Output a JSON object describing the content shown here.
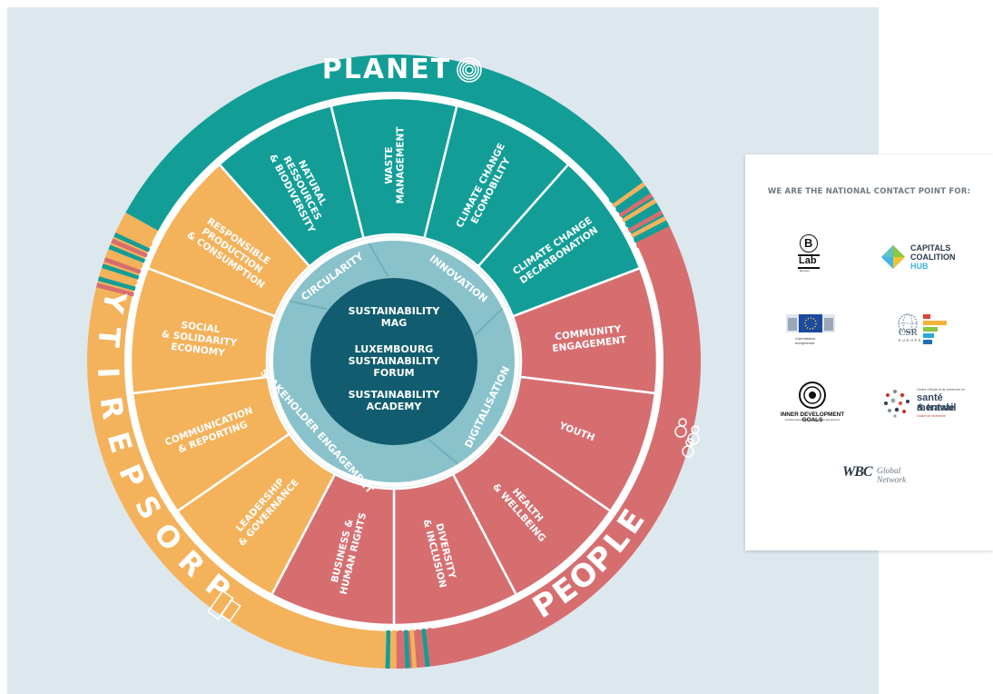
{
  "colors": {
    "teal": "#129e97",
    "coral": "#d66e70",
    "orange": "#f4b25b",
    "inner_ring": "#89c2cb",
    "center": "#115d6f",
    "panel": "#dde7ee"
  },
  "wheel": {
    "planet": "PLANET",
    "people": "PEOPLE",
    "prosperity": "PROSPERITY",
    "segments": [
      {
        "id": "waste",
        "lines": [
          "WASTE",
          "MANAGEMENT"
        ],
        "color": "teal"
      },
      {
        "id": "ecomobility",
        "lines": [
          "CLIMATE CHANGE",
          "ECOMOBILITY"
        ],
        "color": "teal"
      },
      {
        "id": "decarbonation",
        "lines": [
          "CLIMATE CHANGE",
          "DECARBONATION"
        ],
        "color": "teal"
      },
      {
        "id": "community",
        "lines": [
          "COMMUNITY",
          "ENGAGEMENT"
        ],
        "color": "coral"
      },
      {
        "id": "youth",
        "lines": [
          "YOUTH"
        ],
        "color": "coral"
      },
      {
        "id": "health",
        "lines": [
          "HEALTH",
          "& WELLBEING"
        ],
        "color": "coral"
      },
      {
        "id": "diversity",
        "lines": [
          "DIVERSITY",
          "& INCLUSION"
        ],
        "color": "coral"
      },
      {
        "id": "business",
        "lines": [
          "BUSINESS &",
          "HUMAN RIGHTS"
        ],
        "color": "coral"
      },
      {
        "id": "leadership",
        "lines": [
          "LEADERSHIP",
          "& GOVERNANCE"
        ],
        "color": "orange"
      },
      {
        "id": "communication",
        "lines": [
          "COMMUNICATION",
          "& REPORTING"
        ],
        "color": "orange"
      },
      {
        "id": "social",
        "lines": [
          "SOCIAL",
          "& SOLIDARITY",
          "ECONOMY"
        ],
        "color": "orange"
      },
      {
        "id": "responsible",
        "lines": [
          "RESPONSIBLE",
          "PRODUCTION",
          "& CONSUMPTION"
        ],
        "color": "orange"
      },
      {
        "id": "natural",
        "lines": [
          "NATURAL",
          "RESSOURCES",
          "& BIODIVERSITY"
        ],
        "color": "teal"
      }
    ],
    "inner": {
      "circularity": "CIRCULARITY",
      "innovation": "INNOVATION",
      "digitalisation": "DIGITALISATION",
      "stakeholder": "STAKEHOLDER ENGAGEMENT"
    },
    "center": {
      "mag": [
        "SUSTAINABILITY",
        "MAG"
      ],
      "forum": [
        "LUXEMBOURG",
        "SUSTAINABILITY",
        "FORUM"
      ],
      "academy": [
        "SUSTAINABILITY",
        "ACADEMY"
      ]
    }
  },
  "card": {
    "heading": "WE ARE THE NATIONAL CONTACT POINT FOR:",
    "blab": {
      "letter": "B",
      "lab": "Lab",
      "sub": "Benelux"
    },
    "capitals": {
      "l1": "CAPITALS",
      "l2": "COALITION",
      "l3": "HUB"
    },
    "ec": {
      "l1": "Commission",
      "l2": "européenne"
    },
    "csr": {
      "name": "CSR",
      "sub": "EUROPE"
    },
    "idg": {
      "title": "INNER DEVELOPMENT GOALS",
      "sub": "Transformational Skills for Sustainable Development"
    },
    "sante": {
      "top": "Centre d'étude et de recherche en",
      "l1": "santé mentale",
      "l2": "& travail",
      "sub": "Chaire de recherche"
    },
    "wbc": {
      "mark": "WBC",
      "l1": "Global",
      "l2": "Network"
    }
  }
}
